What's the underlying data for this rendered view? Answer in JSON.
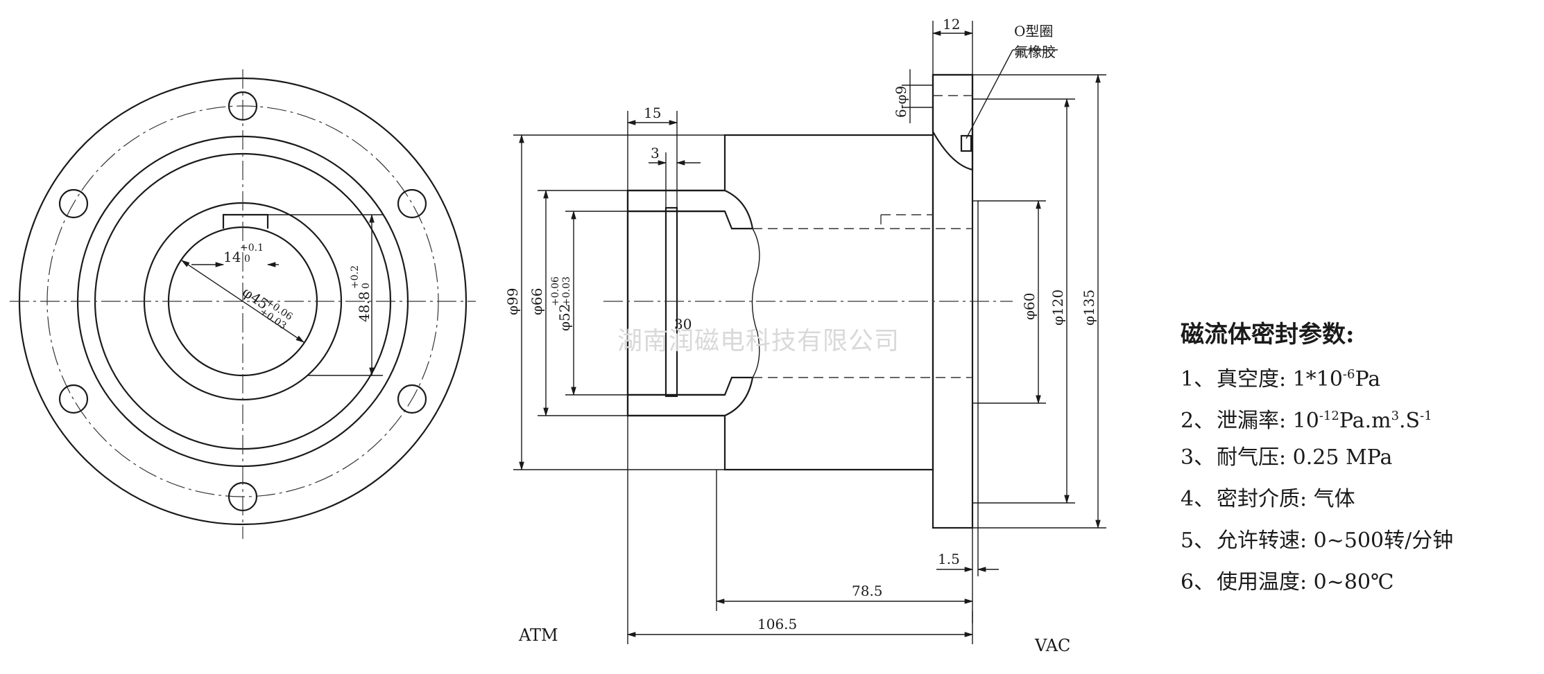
{
  "front_view": {
    "dims": {
      "keyway": "14",
      "keyway_tol_upper": "+0.1",
      "keyway_tol_lower": "0",
      "bore": "φ45",
      "bore_tol_upper": "+0.06",
      "bore_tol_lower": "+0.03",
      "height": "48.8",
      "height_tol_upper": "+0.2",
      "height_tol_lower": "0"
    }
  },
  "section_view": {
    "dims": {
      "d99": "φ99",
      "d66": "φ66",
      "d52": "φ52",
      "d52_tol_upper": "+0.06",
      "d52_tol_lower": "+0.03",
      "d60": "φ60",
      "d120": "φ120",
      "d135": "φ135",
      "w15": "15",
      "w3": "3",
      "w12": "12",
      "holes": "6-φ9",
      "l30": "30",
      "l1_5": "1.5",
      "l78_5": "78.5",
      "l106_5": "106.5"
    },
    "oring_label_1": "O型圈",
    "oring_label_2": "氟橡胶",
    "side_atm": "ATM",
    "side_vac": "VAC"
  },
  "params": {
    "title": "磁流体密封参数:",
    "items": [
      {
        "idx": "1、",
        "label": "真空度:",
        "value": "1*10",
        "sup": "-6",
        "unit": " Pa"
      },
      {
        "idx": "2、",
        "label": "泄漏率:",
        "value": "10",
        "sup": "-12",
        "unit": " Pa.m",
        "sup2": "3",
        "unit2": ".S",
        "sup3": "-1"
      },
      {
        "idx": "3、",
        "label": "耐气压:",
        "value": "0.25 MPa"
      },
      {
        "idx": "4、",
        "label": "密封介质:",
        "value": "气体"
      },
      {
        "idx": "5、",
        "label": "允许转速:",
        "value": "0~500转/分钟"
      },
      {
        "idx": "6、",
        "label": "使用温度:",
        "value": "0~80℃"
      }
    ]
  },
  "watermark": "湖南润磁电科技有限公司"
}
